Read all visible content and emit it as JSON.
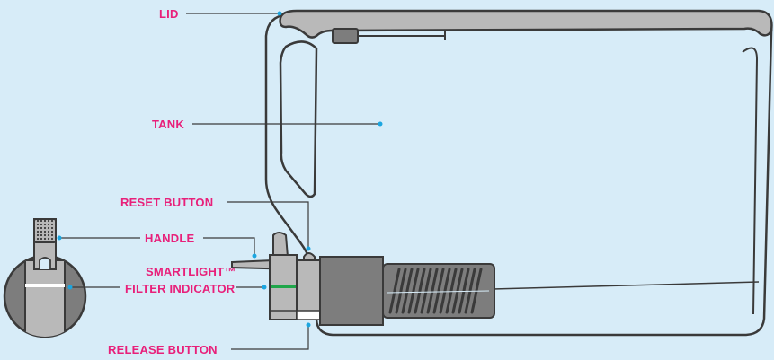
{
  "colors": {
    "background": "#d7ecf8",
    "label": "#e8207a",
    "leader": "#3b3b3b",
    "dot": "#1ca6e0",
    "outline": "#3a3a3a",
    "lid_fill": "#b9b9b9",
    "body_fill": "#7d7d7d",
    "indicator": "#1fa64a",
    "white": "#ffffff"
  },
  "labels": {
    "lid": "LID",
    "tank": "TANK",
    "reset_button": "RESET BUTTON",
    "handle": "HANDLE",
    "smartlight_line1": "SMARTLIGHT™",
    "smartlight_line2": "FILTER INDICATOR",
    "release_button": "RELEASE BUTTON"
  },
  "icons": {
    "grip": "dot-grid-grip",
    "filter": "spiral-filter-cartridge"
  }
}
